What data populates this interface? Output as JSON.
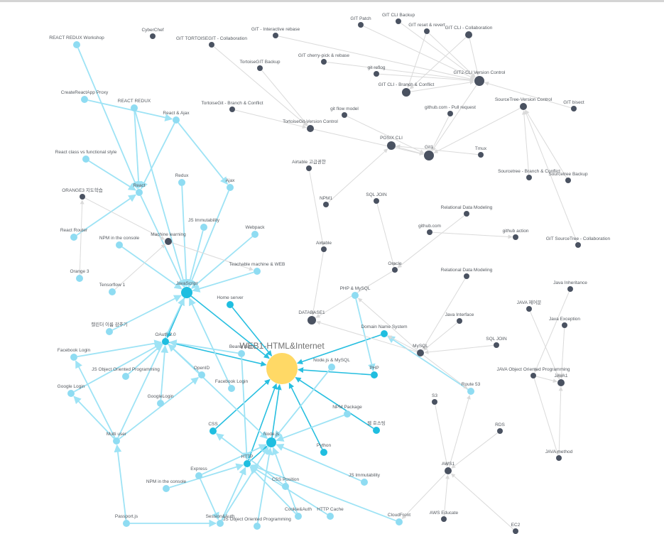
{
  "colors": {
    "dark_node": "#4a5261",
    "light_node": "#8fdcf2",
    "mid_node": "#1fbee0",
    "center_node": "#ffd966",
    "light_edge": "#9ee3f5",
    "mid_edge": "#28bfe0",
    "grey_edge": "#dadada",
    "label": "#555a60"
  },
  "nodes": [
    {
      "id": "web",
      "label": "WEB1-HTML&Internet",
      "kind": "center"
    },
    {
      "id": "js",
      "label": "JavaScript",
      "kind": "mid"
    },
    {
      "id": "oauth",
      "label": "OAuth 2.0",
      "kind": "mid"
    },
    {
      "id": "nodejs",
      "label": "Node.js",
      "kind": "mid"
    },
    {
      "id": "http",
      "label": "HTTP",
      "kind": "mid"
    },
    {
      "id": "css",
      "label": "CSS",
      "kind": "mid"
    },
    {
      "id": "php",
      "label": "PHP",
      "kind": "mid"
    },
    {
      "id": "dns",
      "label": "Domain Name System",
      "kind": "mid"
    },
    {
      "id": "webhost",
      "label": "웹 호스팅",
      "kind": "mid"
    },
    {
      "id": "python",
      "label": "Python",
      "kind": "mid"
    },
    {
      "id": "homeserver",
      "label": "Home server",
      "kind": "mid"
    },
    {
      "id": "reactredux_ws",
      "label": "REACT REDUX Workshop",
      "kind": "light"
    },
    {
      "id": "cra",
      "label": "CreateReactApp Proxy",
      "kind": "light"
    },
    {
      "id": "reactredux",
      "label": "REACT REDUX",
      "kind": "light"
    },
    {
      "id": "reactajax",
      "label": "React & Ajax",
      "kind": "light"
    },
    {
      "id": "reactcls",
      "label": "React class vs functional style",
      "kind": "light"
    },
    {
      "id": "react",
      "label": "React",
      "kind": "light"
    },
    {
      "id": "redux",
      "label": "Redux",
      "kind": "light"
    },
    {
      "id": "ajax",
      "label": "Ajax",
      "kind": "light"
    },
    {
      "id": "reactrouter",
      "label": "React Router",
      "kind": "light"
    },
    {
      "id": "jsimm",
      "label": "JS Immutability",
      "kind": "light"
    },
    {
      "id": "webpack",
      "label": "Webpack",
      "kind": "light"
    },
    {
      "id": "npmconsole",
      "label": "NPM in the console",
      "kind": "light"
    },
    {
      "id": "teachable",
      "label": "Teachable machine & WEB",
      "kind": "light"
    },
    {
      "id": "calendar",
      "label": "캘린더 이름 감추기",
      "kind": "light"
    },
    {
      "id": "fblogin",
      "label": "Facebook Login",
      "kind": "light"
    },
    {
      "id": "jsoop",
      "label": "JS Object Oriented Programming",
      "kind": "light"
    },
    {
      "id": "googlelogin",
      "label": "Google Login",
      "kind": "light"
    },
    {
      "id": "googlelogin2",
      "label": "GoogleLogin",
      "kind": "light"
    },
    {
      "id": "openid",
      "label": "OpenID",
      "kind": "light"
    },
    {
      "id": "fblogin2",
      "label": "Facebook Login",
      "kind": "light"
    },
    {
      "id": "bearer",
      "label": "Bearer Auth",
      "kind": "light"
    },
    {
      "id": "multiuser",
      "label": "Multi user",
      "kind": "light"
    },
    {
      "id": "passport",
      "label": "Passport.js",
      "kind": "light"
    },
    {
      "id": "express",
      "label": "Express",
      "kind": "light"
    },
    {
      "id": "npmconsole2",
      "label": "NPM in the console",
      "kind": "light"
    },
    {
      "id": "session",
      "label": "Session&Auth",
      "kind": "light"
    },
    {
      "id": "jsoop2",
      "label": "JS Object Oriented Programming",
      "kind": "light"
    },
    {
      "id": "cookie",
      "label": "Cookie&Auth",
      "kind": "light"
    },
    {
      "id": "httpcache",
      "label": "HTTP Cache",
      "kind": "light"
    },
    {
      "id": "cssposition",
      "label": "CSS Position",
      "kind": "light"
    },
    {
      "id": "jsimm2",
      "label": "JS Immutability",
      "kind": "light"
    },
    {
      "id": "npmpkg",
      "label": "NPM Package",
      "kind": "light"
    },
    {
      "id": "nodemysql",
      "label": "Node.js & MySQL",
      "kind": "light"
    },
    {
      "id": "phpmysql",
      "label": "PHP & MySQL",
      "kind": "light"
    },
    {
      "id": "route53",
      "label": "Route 53",
      "kind": "light"
    },
    {
      "id": "cloudfront",
      "label": "CloudFront",
      "kind": "light"
    },
    {
      "id": "cyberchef",
      "label": "CyberChef",
      "kind": "dark"
    },
    {
      "id": "gittortoise_collab",
      "label": "GIT TORTOISEGIT - Collaboration",
      "kind": "dark"
    },
    {
      "id": "tortoise_backup",
      "label": "TortoiseGIT Backup",
      "kind": "dark"
    },
    {
      "id": "tortoise_branch",
      "label": "TortoiseGit - Branch & Conflict",
      "kind": "dark"
    },
    {
      "id": "tortoise_vc",
      "label": "TortoiseGit-Version Control",
      "kind": "dark"
    },
    {
      "id": "git_interactive",
      "label": "GIT - Interactive rebase",
      "kind": "dark"
    },
    {
      "id": "git_cherry",
      "label": "GIT cherry-pick & rebase",
      "kind": "dark"
    },
    {
      "id": "git_patch",
      "label": "GIT Patch",
      "kind": "dark"
    },
    {
      "id": "git_cli_backup",
      "label": "GIT CLI Backup",
      "kind": "dark"
    },
    {
      "id": "git_reset",
      "label": "GIT reset & revert",
      "kind": "dark"
    },
    {
      "id": "git_cli_collab",
      "label": "GIT CLI - Collaboration",
      "kind": "dark"
    },
    {
      "id": "git_reflog",
      "label": "git reflog",
      "kind": "dark"
    },
    {
      "id": "git_cli_branch",
      "label": "GIT CLI - Branch & Conflict",
      "kind": "dark"
    },
    {
      "id": "git_cli_vc",
      "label": "GIT2-CLI Version Control",
      "kind": "dark"
    },
    {
      "id": "git_flow",
      "label": "git flow model",
      "kind": "dark"
    },
    {
      "id": "github_pr",
      "label": "github.com - Pull request",
      "kind": "dark"
    },
    {
      "id": "sourcetree_vc",
      "label": "SourceTree-Version Control",
      "kind": "dark"
    },
    {
      "id": "git_bisect",
      "label": "GIT bisect",
      "kind": "dark"
    },
    {
      "id": "posix",
      "label": "POSIX CLI",
      "kind": "dark"
    },
    {
      "id": "git1",
      "label": "Git1",
      "kind": "dark"
    },
    {
      "id": "tmux",
      "label": "Tmux",
      "kind": "dark"
    },
    {
      "id": "sourcetree_branch",
      "label": "Sourcetree - Branch & Conflict",
      "kind": "dark"
    },
    {
      "id": "sourcetree_backup",
      "label": "Sourcetree Backup",
      "kind": "dark"
    },
    {
      "id": "git_sourcetree_collab",
      "label": "GIT SourceTree - Collaboration",
      "kind": "dark"
    },
    {
      "id": "airtable_adv",
      "label": "Airtable 고급권한",
      "kind": "dark"
    },
    {
      "id": "npm1",
      "label": "NPM1",
      "kind": "dark"
    },
    {
      "id": "sqljoin",
      "label": "SQL JOIN",
      "kind": "dark"
    },
    {
      "id": "reldata1",
      "label": "Relational Data Modeling",
      "kind": "dark"
    },
    {
      "id": "githubcom",
      "label": "github.com",
      "kind": "dark"
    },
    {
      "id": "githubaction",
      "label": "github action",
      "kind": "dark"
    },
    {
      "id": "airtable",
      "label": "Airtable",
      "kind": "dark"
    },
    {
      "id": "oracle",
      "label": "Oracle",
      "kind": "dark"
    },
    {
      "id": "reldata2",
      "label": "Relational Data Modeling",
      "kind": "dark"
    },
    {
      "id": "database1",
      "label": "DATABASE1",
      "kind": "dark"
    },
    {
      "id": "javainterface",
      "label": "Java Interface",
      "kind": "dark"
    },
    {
      "id": "sqljoin2",
      "label": "SQL JOIN",
      "kind": "dark"
    },
    {
      "id": "mysql",
      "label": "MySQL",
      "kind": "dark"
    },
    {
      "id": "javainherit",
      "label": "Java Inheritance",
      "kind": "dark"
    },
    {
      "id": "javacontrol",
      "label": "JAVA 제어문",
      "kind": "dark"
    },
    {
      "id": "javaexception",
      "label": "Java Exception",
      "kind": "dark"
    },
    {
      "id": "javaoop",
      "label": "JAVA Object Oriented Programming",
      "kind": "dark"
    },
    {
      "id": "java1",
      "label": "JAVA1",
      "kind": "dark"
    },
    {
      "id": "javamethod",
      "label": "JAVA method",
      "kind": "dark"
    },
    {
      "id": "s3",
      "label": "S3",
      "kind": "dark"
    },
    {
      "id": "rds",
      "label": "RDS",
      "kind": "dark"
    },
    {
      "id": "aws1",
      "label": "AWS1",
      "kind": "dark"
    },
    {
      "id": "awseducate",
      "label": "AWS Educate",
      "kind": "dark"
    },
    {
      "id": "ec2",
      "label": "EC2",
      "kind": "dark"
    },
    {
      "id": "orange3",
      "label": "ORANGE3 지도학습",
      "kind": "dark"
    },
    {
      "id": "orange3b",
      "label": "Orange 3",
      "kind": "light"
    },
    {
      "id": "tensorflow",
      "label": "Tensorflow 1",
      "kind": "light"
    },
    {
      "id": "ml",
      "label": "Machine learning",
      "kind": "dark"
    }
  ],
  "edges": [
    [
      "js",
      "web",
      "mid"
    ],
    [
      "oauth",
      "web",
      "mid"
    ],
    [
      "nodejs",
      "web",
      "mid"
    ],
    [
      "http",
      "web",
      "mid"
    ],
    [
      "css",
      "web",
      "mid"
    ],
    [
      "php",
      "web",
      "mid"
    ],
    [
      "dns",
      "web",
      "mid"
    ],
    [
      "webhost",
      "web",
      "mid"
    ],
    [
      "python",
      "web",
      "mid"
    ],
    [
      "homeserver",
      "web",
      "mid"
    ],
    [
      "http",
      "nodejs",
      "mid"
    ],
    [
      "js",
      "oauth",
      "mid"
    ],
    [
      "reactredux_ws",
      "react",
      "light"
    ],
    [
      "cra",
      "reactajax",
      "light"
    ],
    [
      "reactredux",
      "react",
      "light"
    ],
    [
      "reactredux",
      "js",
      "light"
    ],
    [
      "reactajax",
      "react",
      "light"
    ],
    [
      "reactajax",
      "ajax",
      "light"
    ],
    [
      "reactcls",
      "react",
      "light"
    ],
    [
      "react",
      "js",
      "light"
    ],
    [
      "redux",
      "js",
      "light"
    ],
    [
      "ajax",
      "js",
      "light"
    ],
    [
      "reactrouter",
      "react",
      "light"
    ],
    [
      "jsimm",
      "js",
      "light"
    ],
    [
      "webpack",
      "js",
      "light"
    ],
    [
      "npmconsole",
      "js",
      "light"
    ],
    [
      "teachable",
      "js",
      "light"
    ],
    [
      "calendar",
      "js",
      "light"
    ],
    [
      "fblogin",
      "oauth",
      "light"
    ],
    [
      "jsoop",
      "oauth",
      "light"
    ],
    [
      "googlelogin",
      "oauth",
      "light"
    ],
    [
      "googlelogin2",
      "oauth",
      "light"
    ],
    [
      "openid",
      "oauth",
      "light"
    ],
    [
      "fblogin2",
      "js",
      "light"
    ],
    [
      "bearer",
      "oauth",
      "light"
    ],
    [
      "multiuser",
      "js",
      "light"
    ],
    [
      "multiuser",
      "googlelogin",
      "light"
    ],
    [
      "multiuser",
      "fblogin",
      "light"
    ],
    [
      "multiuser",
      "openid",
      "light"
    ],
    [
      "passport",
      "multiuser",
      "light"
    ],
    [
      "passport",
      "session",
      "light"
    ],
    [
      "express",
      "nodejs",
      "light"
    ],
    [
      "npmconsole2",
      "http",
      "light"
    ],
    [
      "session",
      "nodejs",
      "light"
    ],
    [
      "jsoop2",
      "nodejs",
      "light"
    ],
    [
      "cookie",
      "nodejs",
      "light"
    ],
    [
      "httpcache",
      "http",
      "light"
    ],
    [
      "cssposition",
      "css",
      "light"
    ],
    [
      "jsimm2",
      "nodejs",
      "light"
    ],
    [
      "npmpkg",
      "nodejs",
      "light"
    ],
    [
      "nodemysql",
      "nodejs",
      "light"
    ],
    [
      "phpmysql",
      "php",
      "light"
    ],
    [
      "route53",
      "dns",
      "light"
    ],
    [
      "cloudfront",
      "http",
      "light"
    ],
    [
      "bearer",
      "http",
      "light"
    ],
    [
      "session",
      "http",
      "light"
    ],
    [
      "cookie",
      "http",
      "light"
    ],
    [
      "express",
      "session",
      "light"
    ],
    [
      "oauth",
      "nodejs",
      "light"
    ],
    [
      "gittortoise_collab",
      "tortoise_vc",
      "grey"
    ],
    [
      "tortoise_backup",
      "tortoise_vc",
      "grey"
    ],
    [
      "tortoise_branch",
      "tortoise_vc",
      "grey"
    ],
    [
      "tortoise_vc",
      "git1",
      "grey"
    ],
    [
      "git_interactive",
      "git_cli_vc",
      "grey"
    ],
    [
      "git_cherry",
      "git_cli_vc",
      "grey"
    ],
    [
      "git_patch",
      "git_cli_vc",
      "grey"
    ],
    [
      "git_cli_backup",
      "git_cli_vc",
      "grey"
    ],
    [
      "git_reset",
      "git_cli_vc",
      "grey"
    ],
    [
      "git_cli_collab",
      "git_cli_vc",
      "grey"
    ],
    [
      "git_reflog",
      "git_cli_vc",
      "grey"
    ],
    [
      "git_cli_branch",
      "git_cli_vc",
      "grey"
    ],
    [
      "git_cli_vc",
      "git1",
      "grey"
    ],
    [
      "git_flow",
      "git1",
      "grey"
    ],
    [
      "github_pr",
      "git1",
      "grey"
    ],
    [
      "sourcetree_vc",
      "git1",
      "grey"
    ],
    [
      "git_bisect",
      "git_cli_vc",
      "grey"
    ],
    [
      "posix",
      "git1",
      "grey"
    ],
    [
      "tmux",
      "posix",
      "grey"
    ],
    [
      "sourcetree_branch",
      "sourcetree_vc",
      "grey"
    ],
    [
      "sourcetree_backup",
      "sourcetree_vc",
      "grey"
    ],
    [
      "git_sourcetree_collab",
      "sourcetree_vc",
      "grey"
    ],
    [
      "npm1",
      "posix",
      "grey"
    ],
    [
      "airtable",
      "database1",
      "grey"
    ],
    [
      "oracle",
      "database1",
      "grey"
    ],
    [
      "sqljoin",
      "oracle",
      "grey"
    ],
    [
      "reldata1",
      "oracle",
      "grey"
    ],
    [
      "githubcom",
      "githubaction",
      "grey"
    ],
    [
      "mysql",
      "database1",
      "grey"
    ],
    [
      "javainterface",
      "mysql",
      "grey"
    ],
    [
      "sqljoin2",
      "mysql",
      "grey"
    ],
    [
      "reldata2",
      "mysql",
      "grey"
    ],
    [
      "javaoop",
      "java1",
      "grey"
    ],
    [
      "javainherit",
      "javaoop",
      "grey"
    ],
    [
      "javacontrol",
      "java1",
      "grey"
    ],
    [
      "javaexception",
      "java1",
      "grey"
    ],
    [
      "javamethod",
      "java1",
      "grey"
    ],
    [
      "s3",
      "aws1",
      "grey"
    ],
    [
      "rds",
      "aws1",
      "grey"
    ],
    [
      "awseducate",
      "aws1",
      "grey"
    ],
    [
      "ec2",
      "aws1",
      "grey"
    ],
    [
      "aws1",
      "route53",
      "grey"
    ],
    [
      "aws1",
      "cloudfront",
      "grey"
    ],
    [
      "mysql",
      "dns",
      "grey"
    ],
    [
      "orange3",
      "ml",
      "grey"
    ],
    [
      "ml",
      "teachable",
      "grey"
    ],
    [
      "orange3b",
      "orange3",
      "grey"
    ],
    [
      "tensorflow",
      "ml",
      "grey"
    ],
    [
      "git_cli_collab",
      "git_cli_branch",
      "grey"
    ],
    [
      "git_reset",
      "git_cli_branch",
      "grey"
    ],
    [
      "mysql",
      "route53",
      "grey"
    ],
    [
      "airtable_adv",
      "airtable",
      "grey"
    ],
    [
      "mysql",
      "phpmysql",
      "grey"
    ],
    [
      "javaoop",
      "javamethod",
      "grey"
    ]
  ]
}
